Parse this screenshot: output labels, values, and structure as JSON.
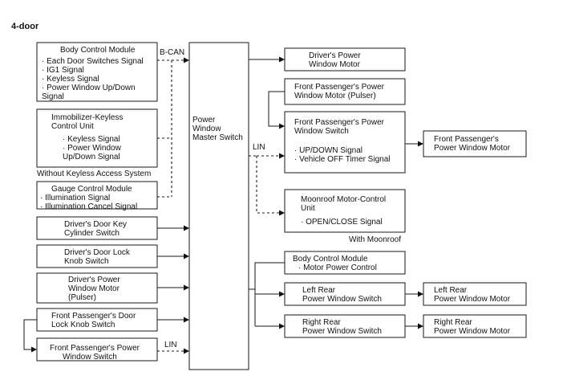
{
  "page_title": "4-door",
  "bus_labels": {
    "bcan": "B-CAN",
    "lin_top": "LIN",
    "lin_bottom": "LIN"
  },
  "notes": {
    "without_keyless": "Without Keyless Access System",
    "with_moonroof": "With Moonroof"
  },
  "inputs": {
    "bcm": {
      "title": "Body Control Module",
      "lines": [
        "· Each Door Switches Signal",
        "· IG1 Signal",
        "· Keyless Signal",
        "· Power Window Up/Down",
        "Signal"
      ]
    },
    "immobilizer": {
      "title": [
        "Immobilizer-Keyless",
        "Control Unit"
      ],
      "lines": [
        "· Keyless Signal",
        "· Power Window",
        "Up/Down Signal"
      ]
    },
    "gauge": {
      "title": "Gauge Control Module",
      "lines": [
        "· Illumination Signal",
        "· Illumination Cancel Signal"
      ]
    },
    "key_cylinder": [
      "Driver's Door Key",
      "Cylinder Switch"
    ],
    "lock_knob": [
      "Driver's Door Lock",
      "Knob Switch"
    ],
    "driver_motor_pulser": [
      "Driver's Power",
      "Window Motor",
      "(Pulser)"
    ],
    "fp_lock_knob": [
      "Front Passenger's Door",
      "Lock Knob Switch"
    ],
    "fp_window_switch_in": [
      "Front Passenger's Power",
      "Window Switch"
    ]
  },
  "master": [
    "Power",
    "Window",
    "Master Switch"
  ],
  "outputs": {
    "driver_motor": [
      "Driver's Power",
      "Window Motor"
    ],
    "fp_motor_pulser": [
      "Front Passenger's Power",
      "Window Motor (Pulser)"
    ],
    "fp_switch": {
      "title": [
        "Front Passenger's Power",
        "Window Switch"
      ],
      "lines": [
        "· UP/DOWN Signal",
        "· Vehicle OFF Timer Signal"
      ]
    },
    "fp_motor": [
      "Front Passenger's",
      "Power Window Motor"
    ],
    "moonroof": {
      "title": [
        "Moonroof Motor-Control",
        "Unit"
      ],
      "lines": [
        "· OPEN/CLOSE Signal"
      ]
    },
    "bcm2": {
      "title": "Body Control Module",
      "lines": [
        "· Motor Power Control"
      ]
    },
    "lr_switch": [
      "Left Rear",
      "Power Window Switch"
    ],
    "lr_motor": [
      "Left Rear",
      "Power Window Motor"
    ],
    "rr_switch": [
      "Right Rear",
      "Power Window Switch"
    ],
    "rr_motor": [
      "Right Rear",
      "Power Window Motor"
    ]
  }
}
